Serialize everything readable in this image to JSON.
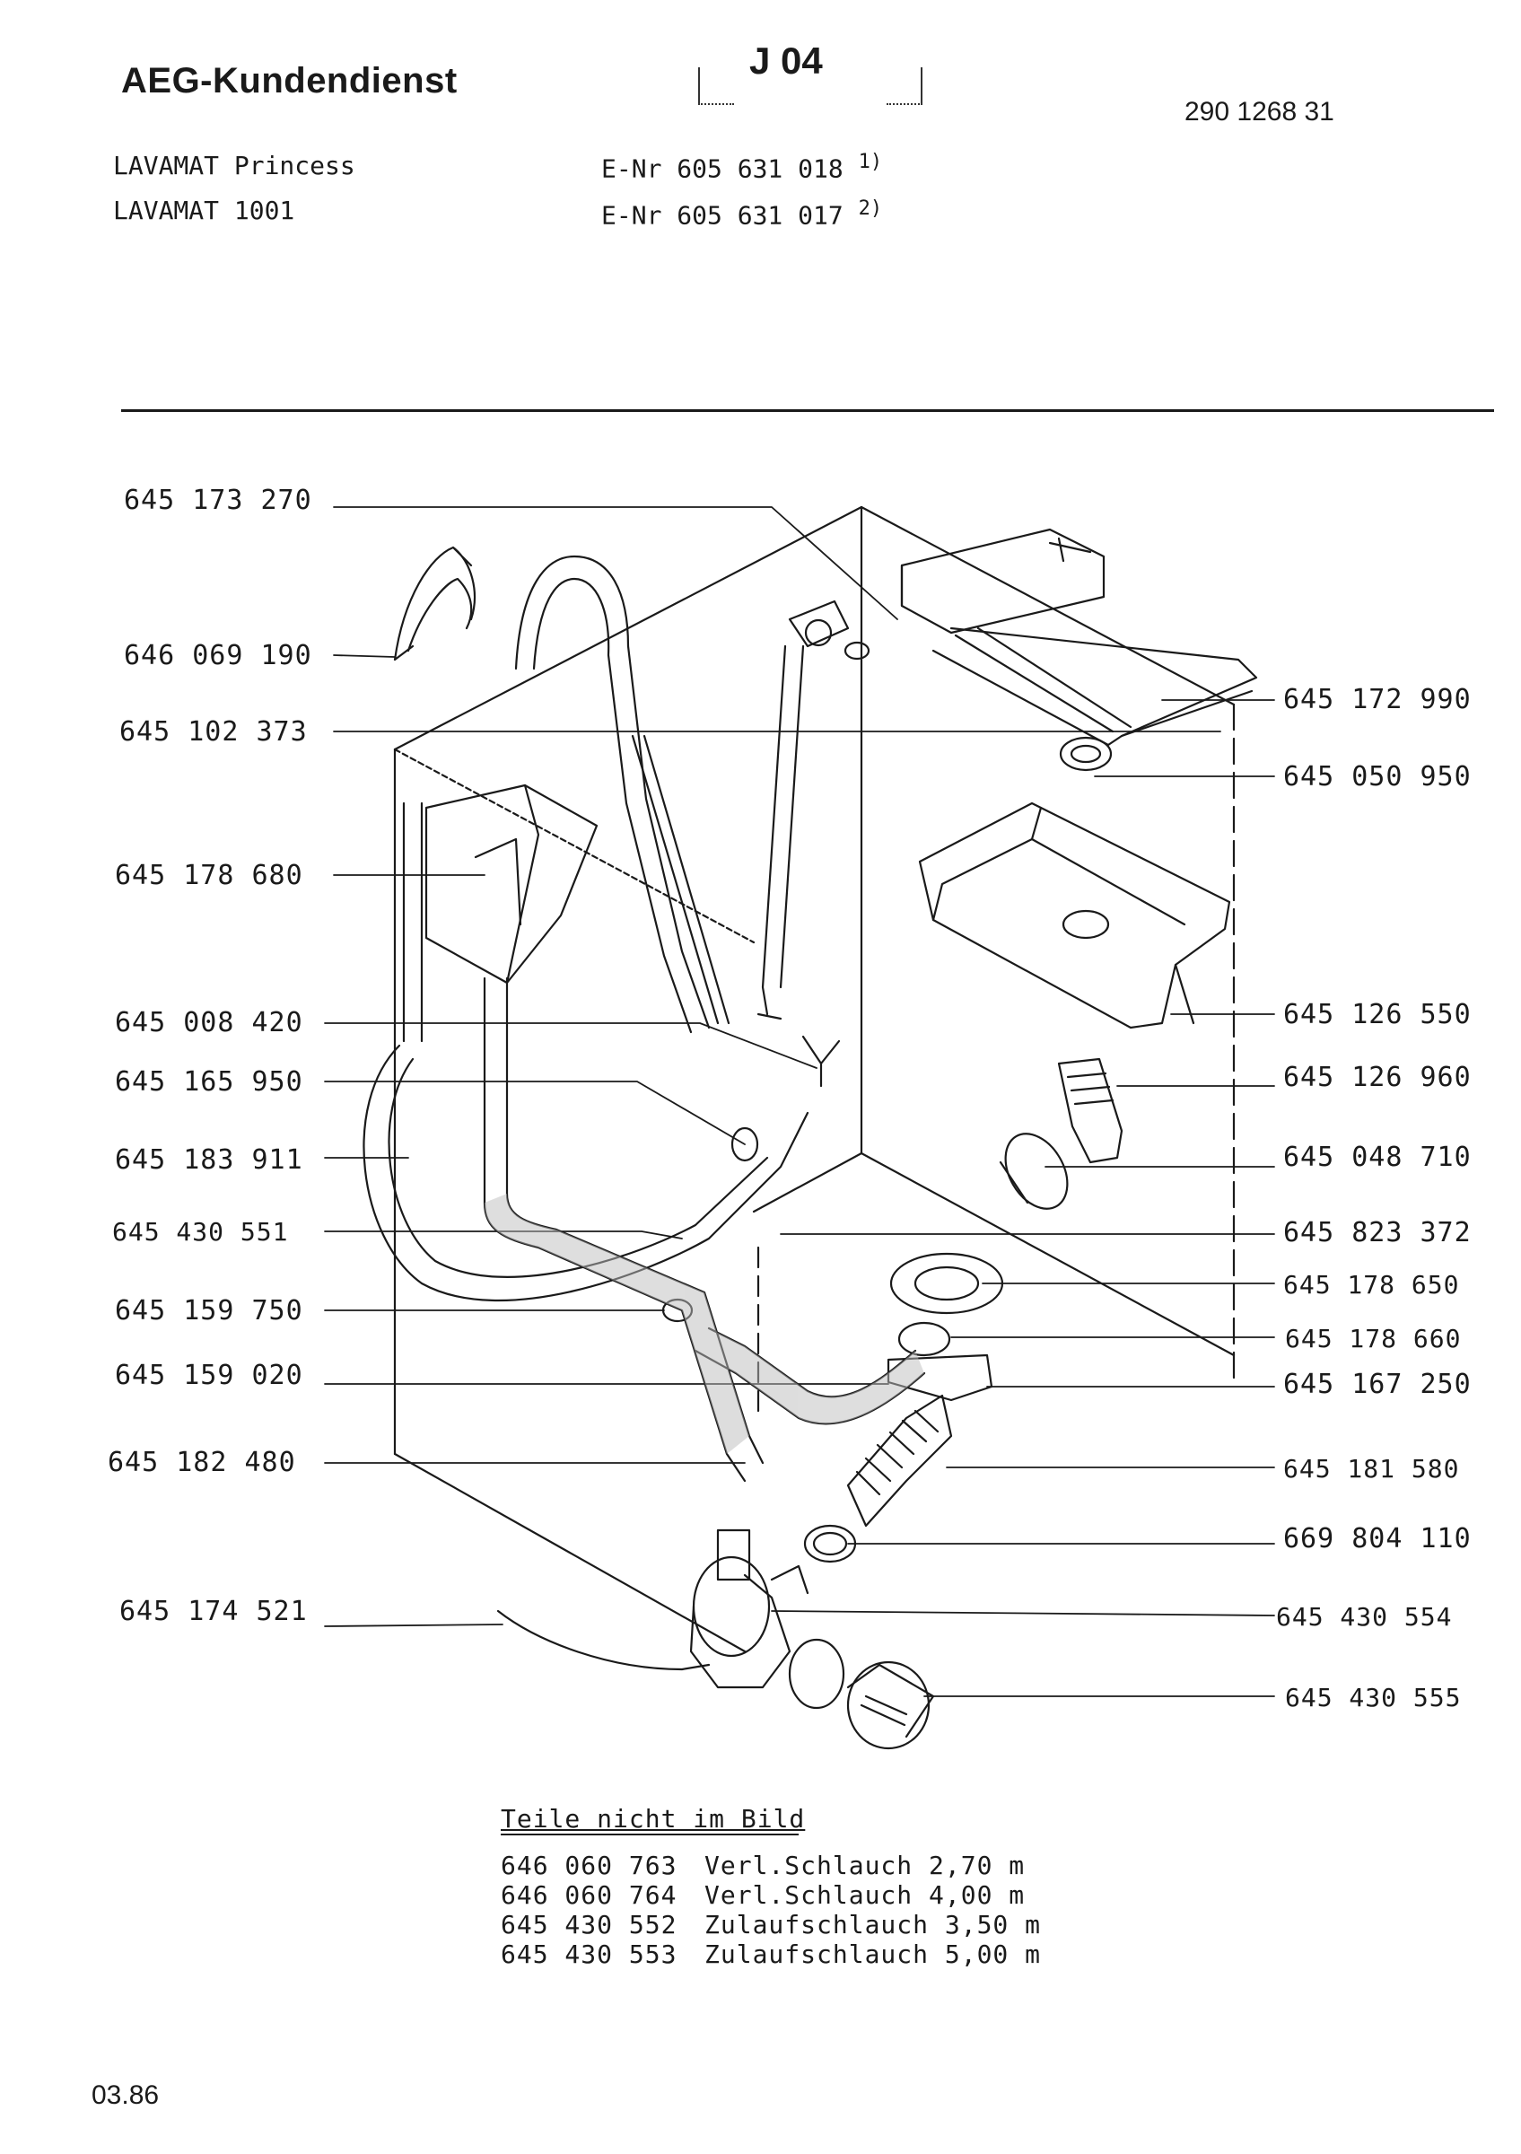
{
  "header": {
    "brand": "AEG-Kundendienst",
    "page_code": "J 04",
    "doc_number": "290 1268 31",
    "models": [
      {
        "name": "LAVAMAT Princess",
        "enr": "E-Nr 605 631 018",
        "note": "1)"
      },
      {
        "name": "LAVAMAT 1001",
        "enr": "E-Nr 605 631 017",
        "note": "2)"
      }
    ]
  },
  "diagram": {
    "left_labels": [
      "645 173 270",
      "646 069 190",
      "645 102 373",
      "645 178 680",
      "645 008 420",
      "645 165 950",
      "645 183 911",
      "645 430 551",
      "645 159 750",
      "645 159 020",
      "645 182 480",
      "645 174 521"
    ],
    "right_labels": [
      "645 172 990",
      "645 050 950",
      "645 126 550",
      "645 126 960",
      "645 048 710",
      "645 823 372",
      "645 178 650",
      "645 178 660",
      "645 167 250",
      "645 181 580",
      "669 804 110",
      "645 430 554",
      "645 430 555"
    ]
  },
  "parts_not_shown": {
    "title": "Teile nicht im Bild",
    "items": [
      {
        "number": "646 060 763",
        "desc": "Verl.Schlauch 2,70 m"
      },
      {
        "number": "646 060 764",
        "desc": "Verl.Schlauch 4,00 m"
      },
      {
        "number": "645 430 552",
        "desc": "Zulaufschlauch 3,50 m"
      },
      {
        "number": "645 430 553",
        "desc": "Zulaufschlauch 5,00 m"
      }
    ]
  },
  "footer": {
    "date": "03.86"
  }
}
